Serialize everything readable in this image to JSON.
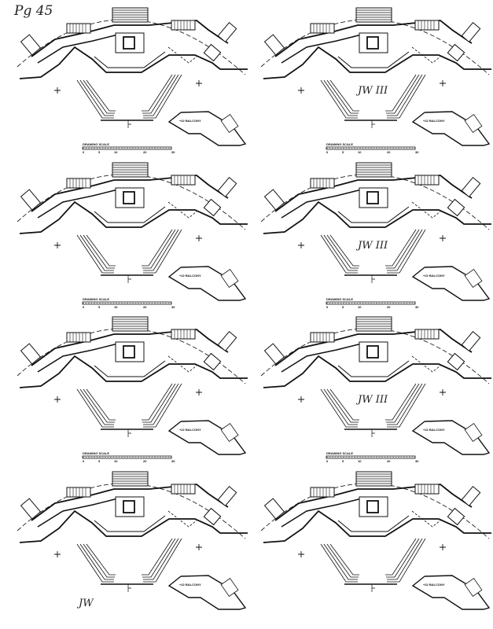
{
  "page_label": "Pg 45",
  "plan": {
    "balcony_label": "+22 BALCONY",
    "scale_title": "DRAWING SCALE",
    "scale_ticks": [
      "0",
      "5",
      "10",
      "20",
      "30"
    ]
  },
  "panels": [
    {
      "annotation": ""
    },
    {
      "annotation": "JW III"
    },
    {
      "annotation": ""
    },
    {
      "annotation": "JW III"
    },
    {
      "annotation": ""
    },
    {
      "annotation": "JW III"
    },
    {
      "annotation": "JW"
    },
    {
      "annotation": ""
    }
  ]
}
